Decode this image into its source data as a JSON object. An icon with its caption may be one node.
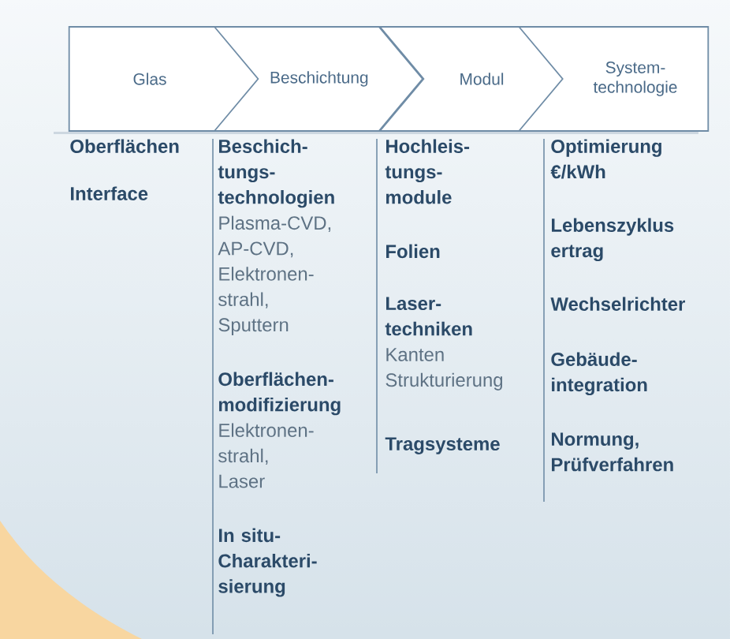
{
  "diagram": {
    "nodes": [
      {
        "text": [
          "Glas"
        ],
        "beside": [
          "Oberflächen",
          "Interface"
        ]
      },
      {
        "text": [
          "Beschichtung"
        ],
        "beside": [
          "Beschich- tungs- technologien",
          "Plasma-CVD, AP-CVD, Elektronen- strahl, Sputtern",
          "Oberflächen- modifizierung",
          "Elektronen- strahl, Laser",
          "In situ- Charakteri- sierung"
        ]
      },
      {
        "text": [
          "Modul"
        ],
        "beside": [
          "Hochleis- tungs- module",
          "Folien",
          "Laser- techniken",
          "Kanten Strukturierung",
          "Tragsysteme"
        ]
      },
      {
        "text": [
          "System- technologie"
        ],
        "beside": [
          "Optimierung €/kWh",
          "Lebenszyklus ertrag",
          "Wechselrichter",
          "Gebäude- integration",
          "Normung, Prüfverfahren"
        ]
      }
    ]
  }
}
